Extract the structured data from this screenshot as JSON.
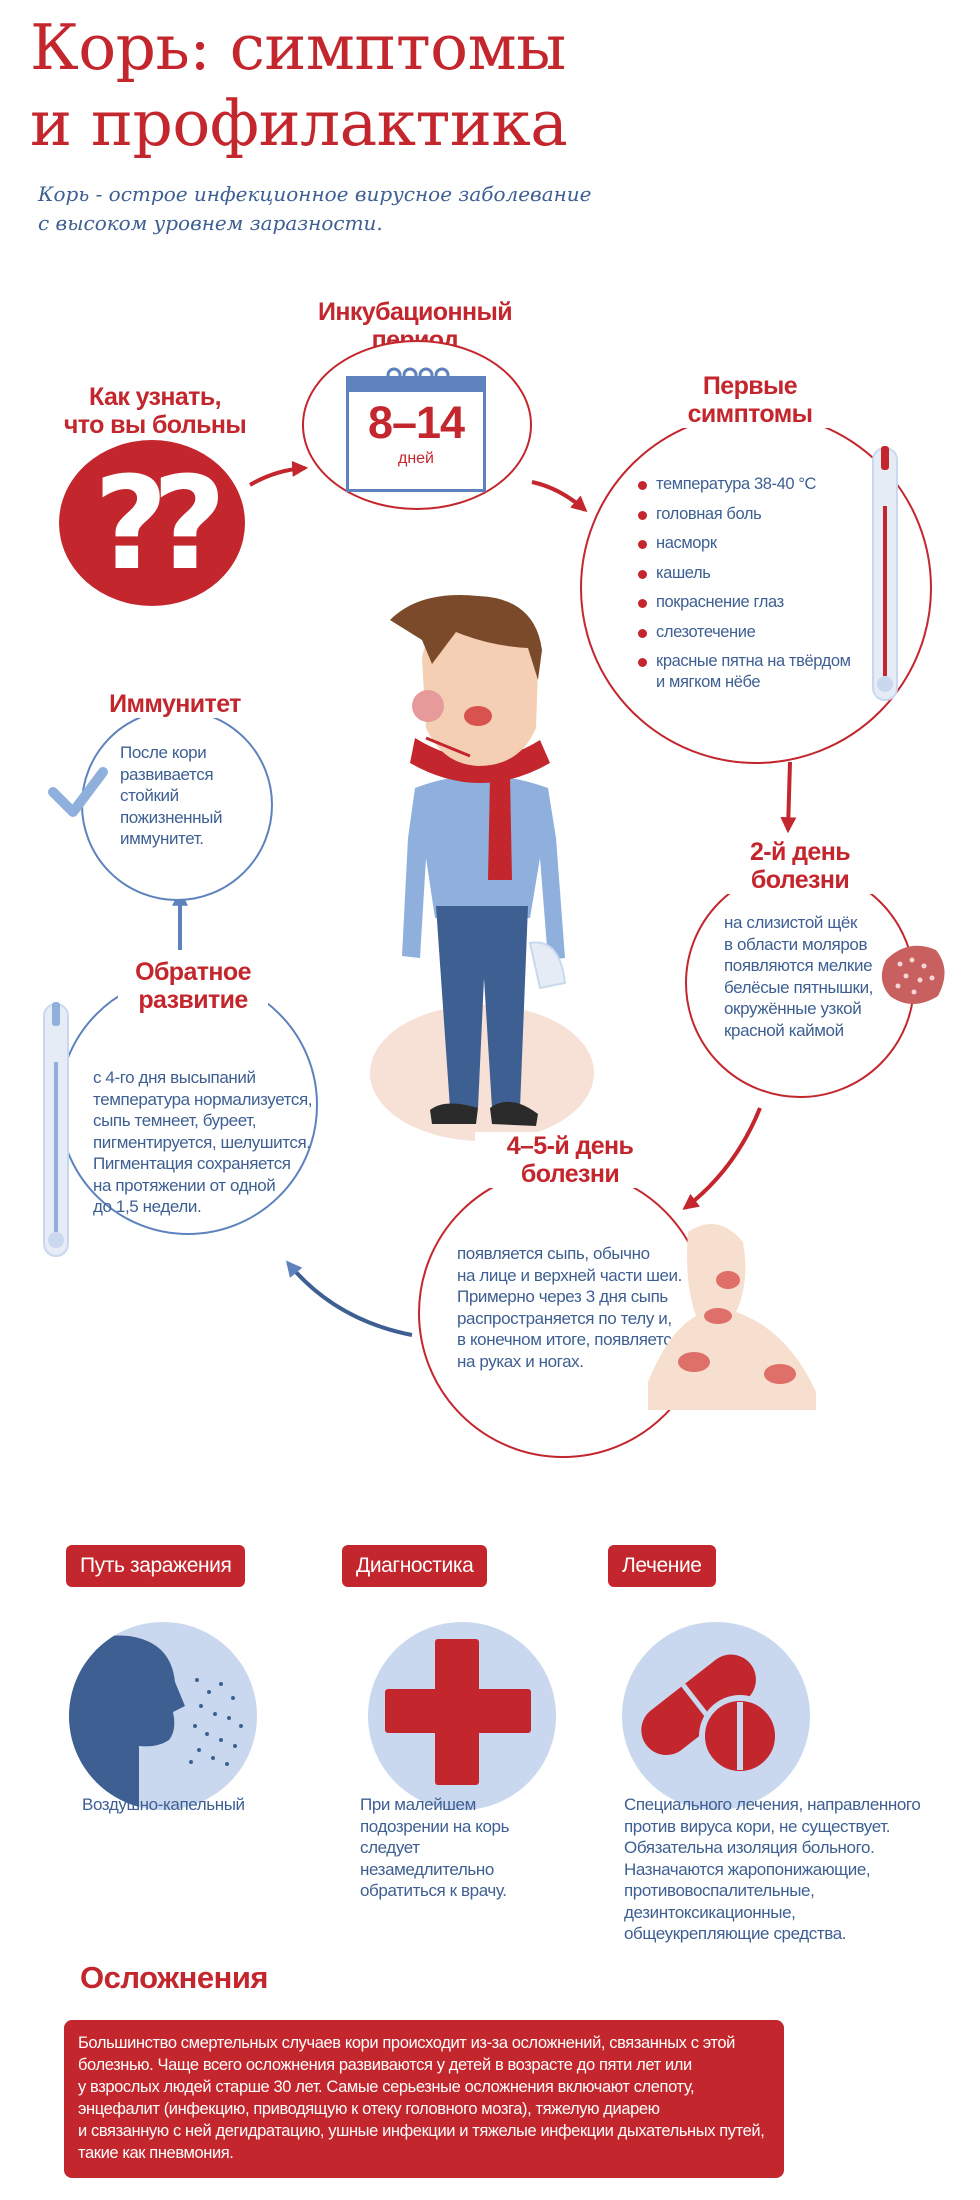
{
  "header": {
    "title_line1": "Корь: симптомы",
    "title_line2": "и профилактика",
    "subtitle_line1": "Корь - острое инфекционное вирусное заболевание",
    "subtitle_line2": "с высоком уровнем заразности."
  },
  "how_to_know": {
    "title_line1": "Как узнать,",
    "title_line2": "что вы больны",
    "icon_text": "??"
  },
  "incubation": {
    "title_line1": "Инкубационный",
    "title_line2": "период",
    "days": "8–14",
    "days_label": "дней"
  },
  "first_symptoms": {
    "title_line1": "Первые",
    "title_line2": "симптомы",
    "items": [
      "температура 38-40 °C",
      "головная боль",
      "насморк",
      "кашель",
      "покраснение глаз",
      "слезотечение"
    ],
    "last_item_line1": "красные пятна на твёрдом",
    "last_item_line2": "и мягком нёбе"
  },
  "day2": {
    "title_line1": "2-й день",
    "title_line2": "болезни",
    "lines": [
      "на слизистой щёк",
      "в области моляров",
      "появляются мелкие",
      "белёсые пятнышки,",
      "окружённые узкой",
      "красной каймой"
    ]
  },
  "day45": {
    "title_line1": "4–5-й день",
    "title_line2": "болезни",
    "lines": [
      "появляется сыпь, обычно",
      "на лице и верхней части шеи.",
      "Примерно через 3 дня сыпь",
      "распространяется по телу и,",
      "в конечном итоге, появляется",
      "на руках и ногах."
    ]
  },
  "reverse": {
    "title_line1": "Обратное",
    "title_line2": "развитие",
    "lines": [
      "с 4-го дня высыпаний",
      "температура нормализуется,",
      "сыпь темнеет, буреет,",
      "пигментируется, шелушится.",
      "Пигментация сохраняется",
      "на протяжении от одной",
      "до 1,5 недели."
    ]
  },
  "immunity": {
    "title": "Иммунитет",
    "lines": [
      "После кори",
      "развивается",
      "стойкий",
      "пожизненный",
      "иммунитет."
    ]
  },
  "transmission": {
    "label": "Путь заражения",
    "text": "Воздушно-капельный"
  },
  "diagnostics": {
    "label": "Диагностика",
    "lines": [
      "При малейшем",
      "подозрении на корь",
      "следует",
      "незамедлительно",
      "обратиться к врачу."
    ]
  },
  "treatment": {
    "label": "Лечение",
    "lines": [
      "Специального лечения, направленного",
      "против вируса кори, не существует.",
      "Обязательна изоляция больного.",
      "Назначаются жаропонижающие,",
      "противовоспалительные,",
      "дезинтоксикационные,",
      "общеукрепляющие средства."
    ]
  },
  "complications": {
    "title": "Осложнения",
    "lines": [
      "Большинство смертельных случаев кори происходит из-за осложнений, связанных с этой",
      "болезнью. Чаще всего осложнения развиваются у детей в возрасте до пяти лет или",
      "у взрослых людей старше 30 лет. Самые серьезные осложнения включают слепоту,",
      "энцефалит (инфекцию, приводящую к отеку головного мозга), тяжелую диарею",
      "и связанную с ней дегидратацию, ушные инфекции и тяжелые инфекции дыхательных путей,",
      "такие как пневмония."
    ]
  },
  "colors": {
    "red": "#c3262c",
    "blue": "#3e5f92",
    "light_blue": "#c9d8ee"
  }
}
